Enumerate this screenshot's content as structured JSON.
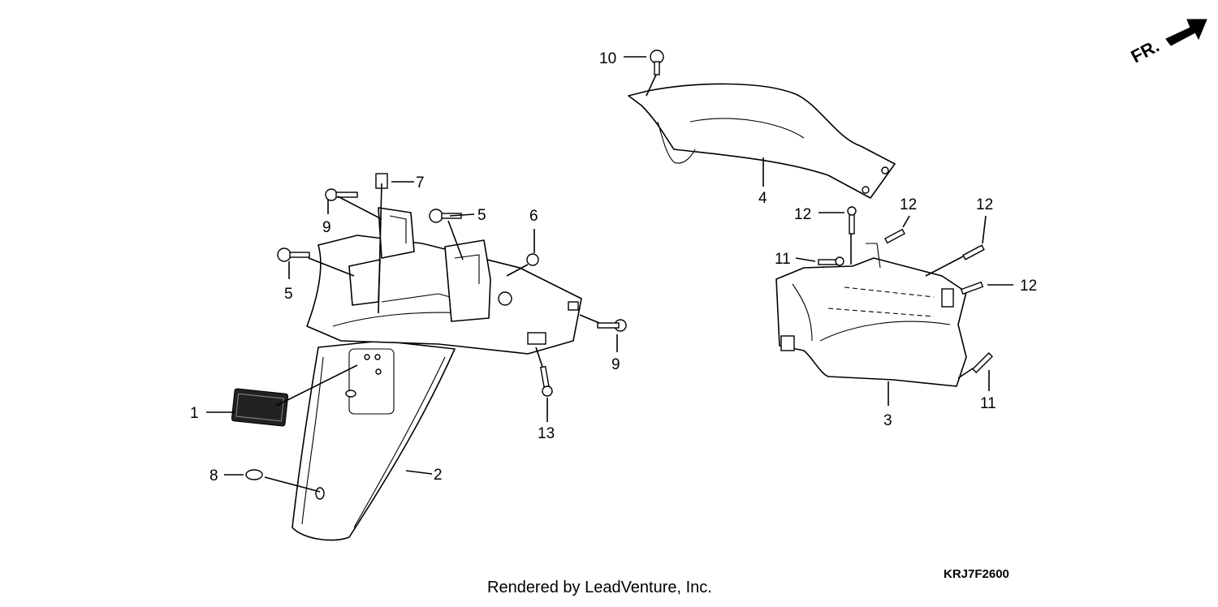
{
  "direction_marker": {
    "text": "FR."
  },
  "callouts": {
    "c1": "1",
    "c2": "2",
    "c3": "3",
    "c4": "4",
    "c5a": "5",
    "c5b": "5",
    "c6": "6",
    "c7": "7",
    "c8": "8",
    "c9a": "9",
    "c9b": "9",
    "c10": "10",
    "c11a": "11",
    "c11b": "11",
    "c12a": "12",
    "c12b": "12",
    "c12c": "12",
    "c12d": "12",
    "c13": "13"
  },
  "footer": {
    "credit": "Rendered by LeadVenture, Inc.",
    "diagram_code": "KRJ7F2600"
  }
}
